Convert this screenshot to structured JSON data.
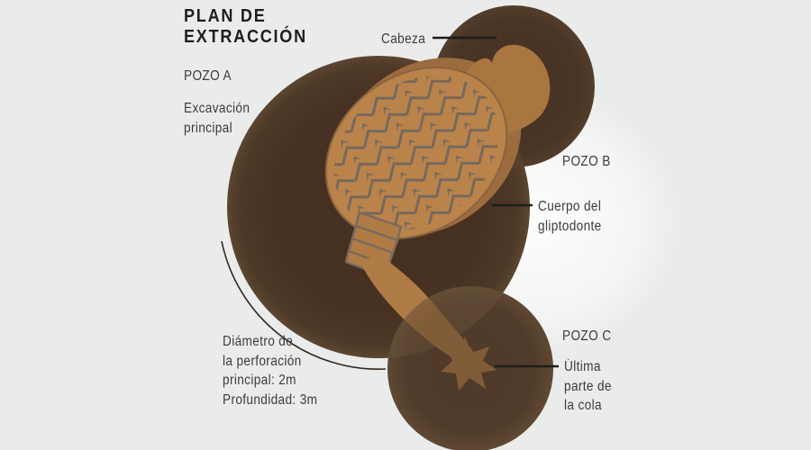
{
  "title": "PLAN DE\nEXTRACCIÓN",
  "labels": {
    "pozo_a": "POZO A",
    "excavacion": "Excavación\nprincipal",
    "cabeza": "Cabeza",
    "pozo_b": "POZO B",
    "cuerpo": "Cuerpo del\ngliptodonte",
    "pozo_c": "POZO C",
    "ultima": "Última\nparte de\nla cola",
    "dimensiones": "Diámetro de\nla perforación\nprincipal: 2m\nProfundidad: 3m"
  },
  "colors": {
    "background": "#eaeceb",
    "overlapAB": "#564130",
    "overlapAC": "#665139",
    "bodyBrown": "#9d6c3e",
    "headBrown": "#a9763f",
    "shellTan": "#b9834a",
    "patternGray": "#75685e",
    "tailBrown": "#b07c45",
    "ringStroke": "#7b6a5f",
    "arcStroke": "#32281e",
    "lineBlack": "#1d1d1b",
    "textDark": "#3c3b3a"
  }
}
